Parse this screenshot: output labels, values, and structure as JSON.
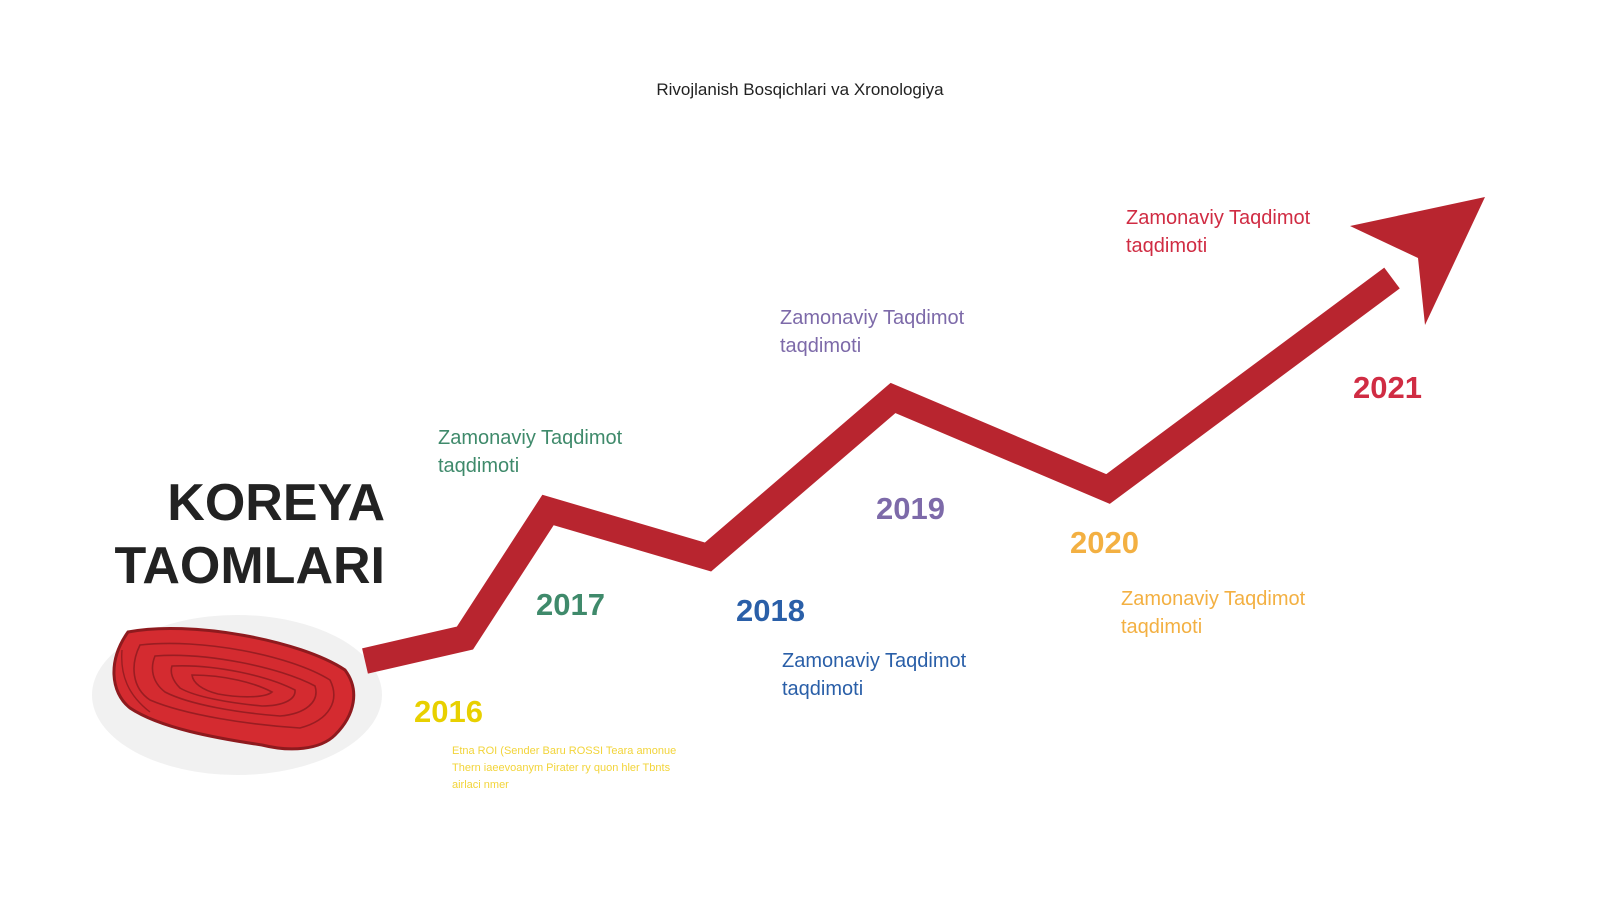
{
  "subtitle": "Rivojlanish Bosqichlari va Xronologiya",
  "title": {
    "line1": "KOREYA",
    "line2": "TAOMLARI"
  },
  "colors": {
    "arrow": "#b8252f",
    "meat": "#d42b30",
    "y2016": "#e8d000",
    "y2017": "#3f8a6b",
    "y2018": "#2a5fa8",
    "y2019": "#7d6aa9",
    "y2020": "#f3b042",
    "y2021": "#d02c43"
  },
  "milestones": [
    {
      "year": "2016",
      "text": "Etna ROI (Sender Baru ROSSI Teara amonue Thern iaeevoanym Pirater ry quon hler Tbnts airlaci nmer"
    },
    {
      "year": "2017",
      "line1": "Zamonaviy Taqdimot",
      "line2": "taqdimoti"
    },
    {
      "year": "2018",
      "line1": "Zamonaviy Taqdimot",
      "line2": "taqdimoti"
    },
    {
      "year": "2019",
      "line1": "Zamonaviy Taqdimot",
      "line2": "taqdimoti"
    },
    {
      "year": "2020",
      "line1": "Zamonaviy Taqdimot",
      "line2": "taqdimoti"
    },
    {
      "year": "2021",
      "line1": "Zamonaviy Taqdimot",
      "line2": "taqdimoti"
    }
  ]
}
